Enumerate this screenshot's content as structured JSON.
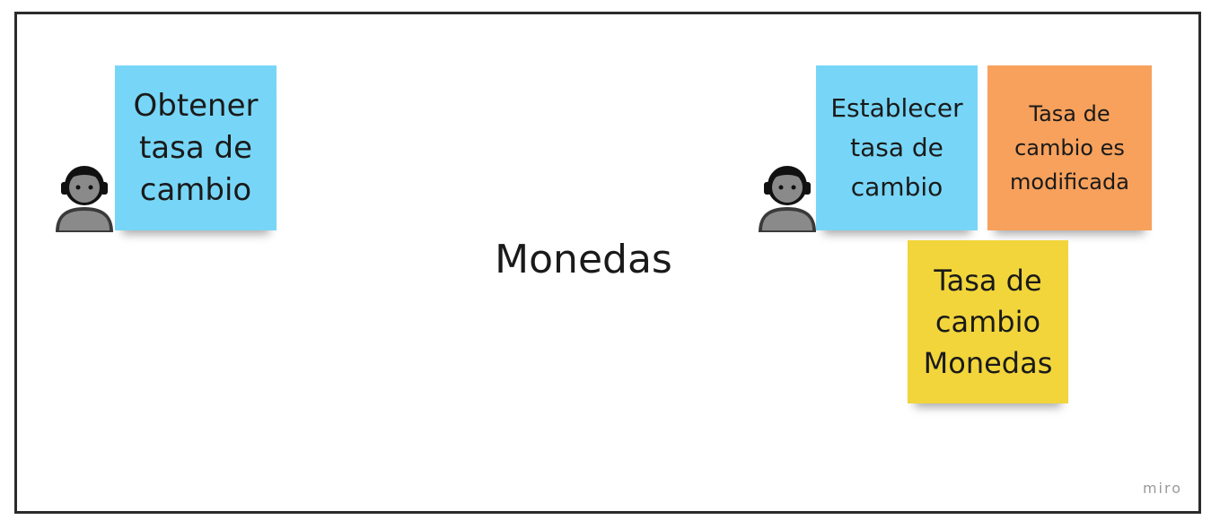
{
  "board": {
    "title": "Monedas",
    "brand": "miro"
  },
  "actors": [
    {
      "icon": "person-icon"
    },
    {
      "icon": "person-icon"
    }
  ],
  "notes": [
    {
      "text": "Obtener\ntasa de\ncambio",
      "color": "#77d6f7"
    },
    {
      "text": "Establecer\ntasa de\ncambio",
      "color": "#77d6f7"
    },
    {
      "text": "Tasa de\ncambio es\nmodificada",
      "color": "#f7a15c"
    },
    {
      "text": "Tasa de\ncambio\nMonedas",
      "color": "#f1d53b"
    }
  ]
}
